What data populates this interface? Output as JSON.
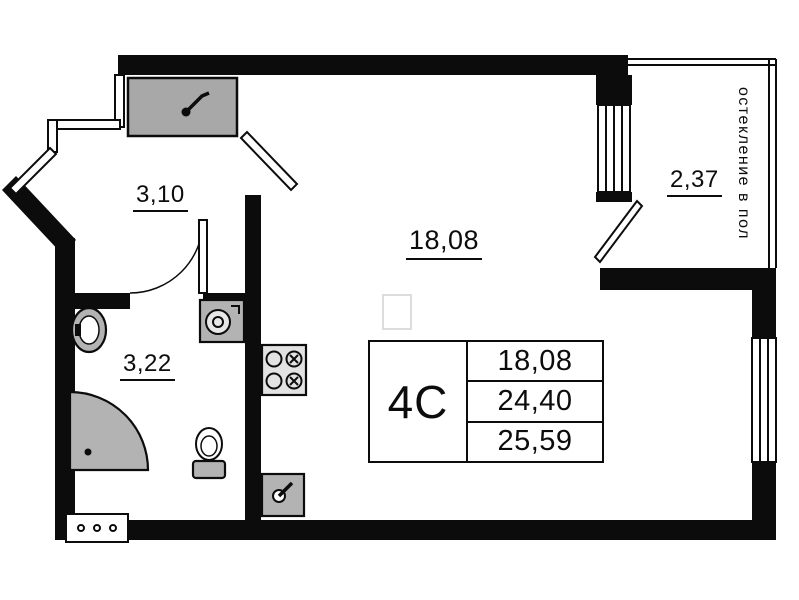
{
  "rooms": {
    "hallway": {
      "area": "3,10"
    },
    "main_room": {
      "area": "18,08"
    },
    "bathroom": {
      "area": "3,22"
    },
    "balcony": {
      "area": "2,37"
    }
  },
  "info_box": {
    "apartment_type": "4С",
    "rows": [
      "18,08",
      "24,40",
      "25,59"
    ]
  },
  "annotations": {
    "glazing_note": "остекление в пол"
  },
  "colors": {
    "wall": "#0c0c0c",
    "fixture_fill": "#b3b3b3",
    "background": "#ffffff"
  }
}
